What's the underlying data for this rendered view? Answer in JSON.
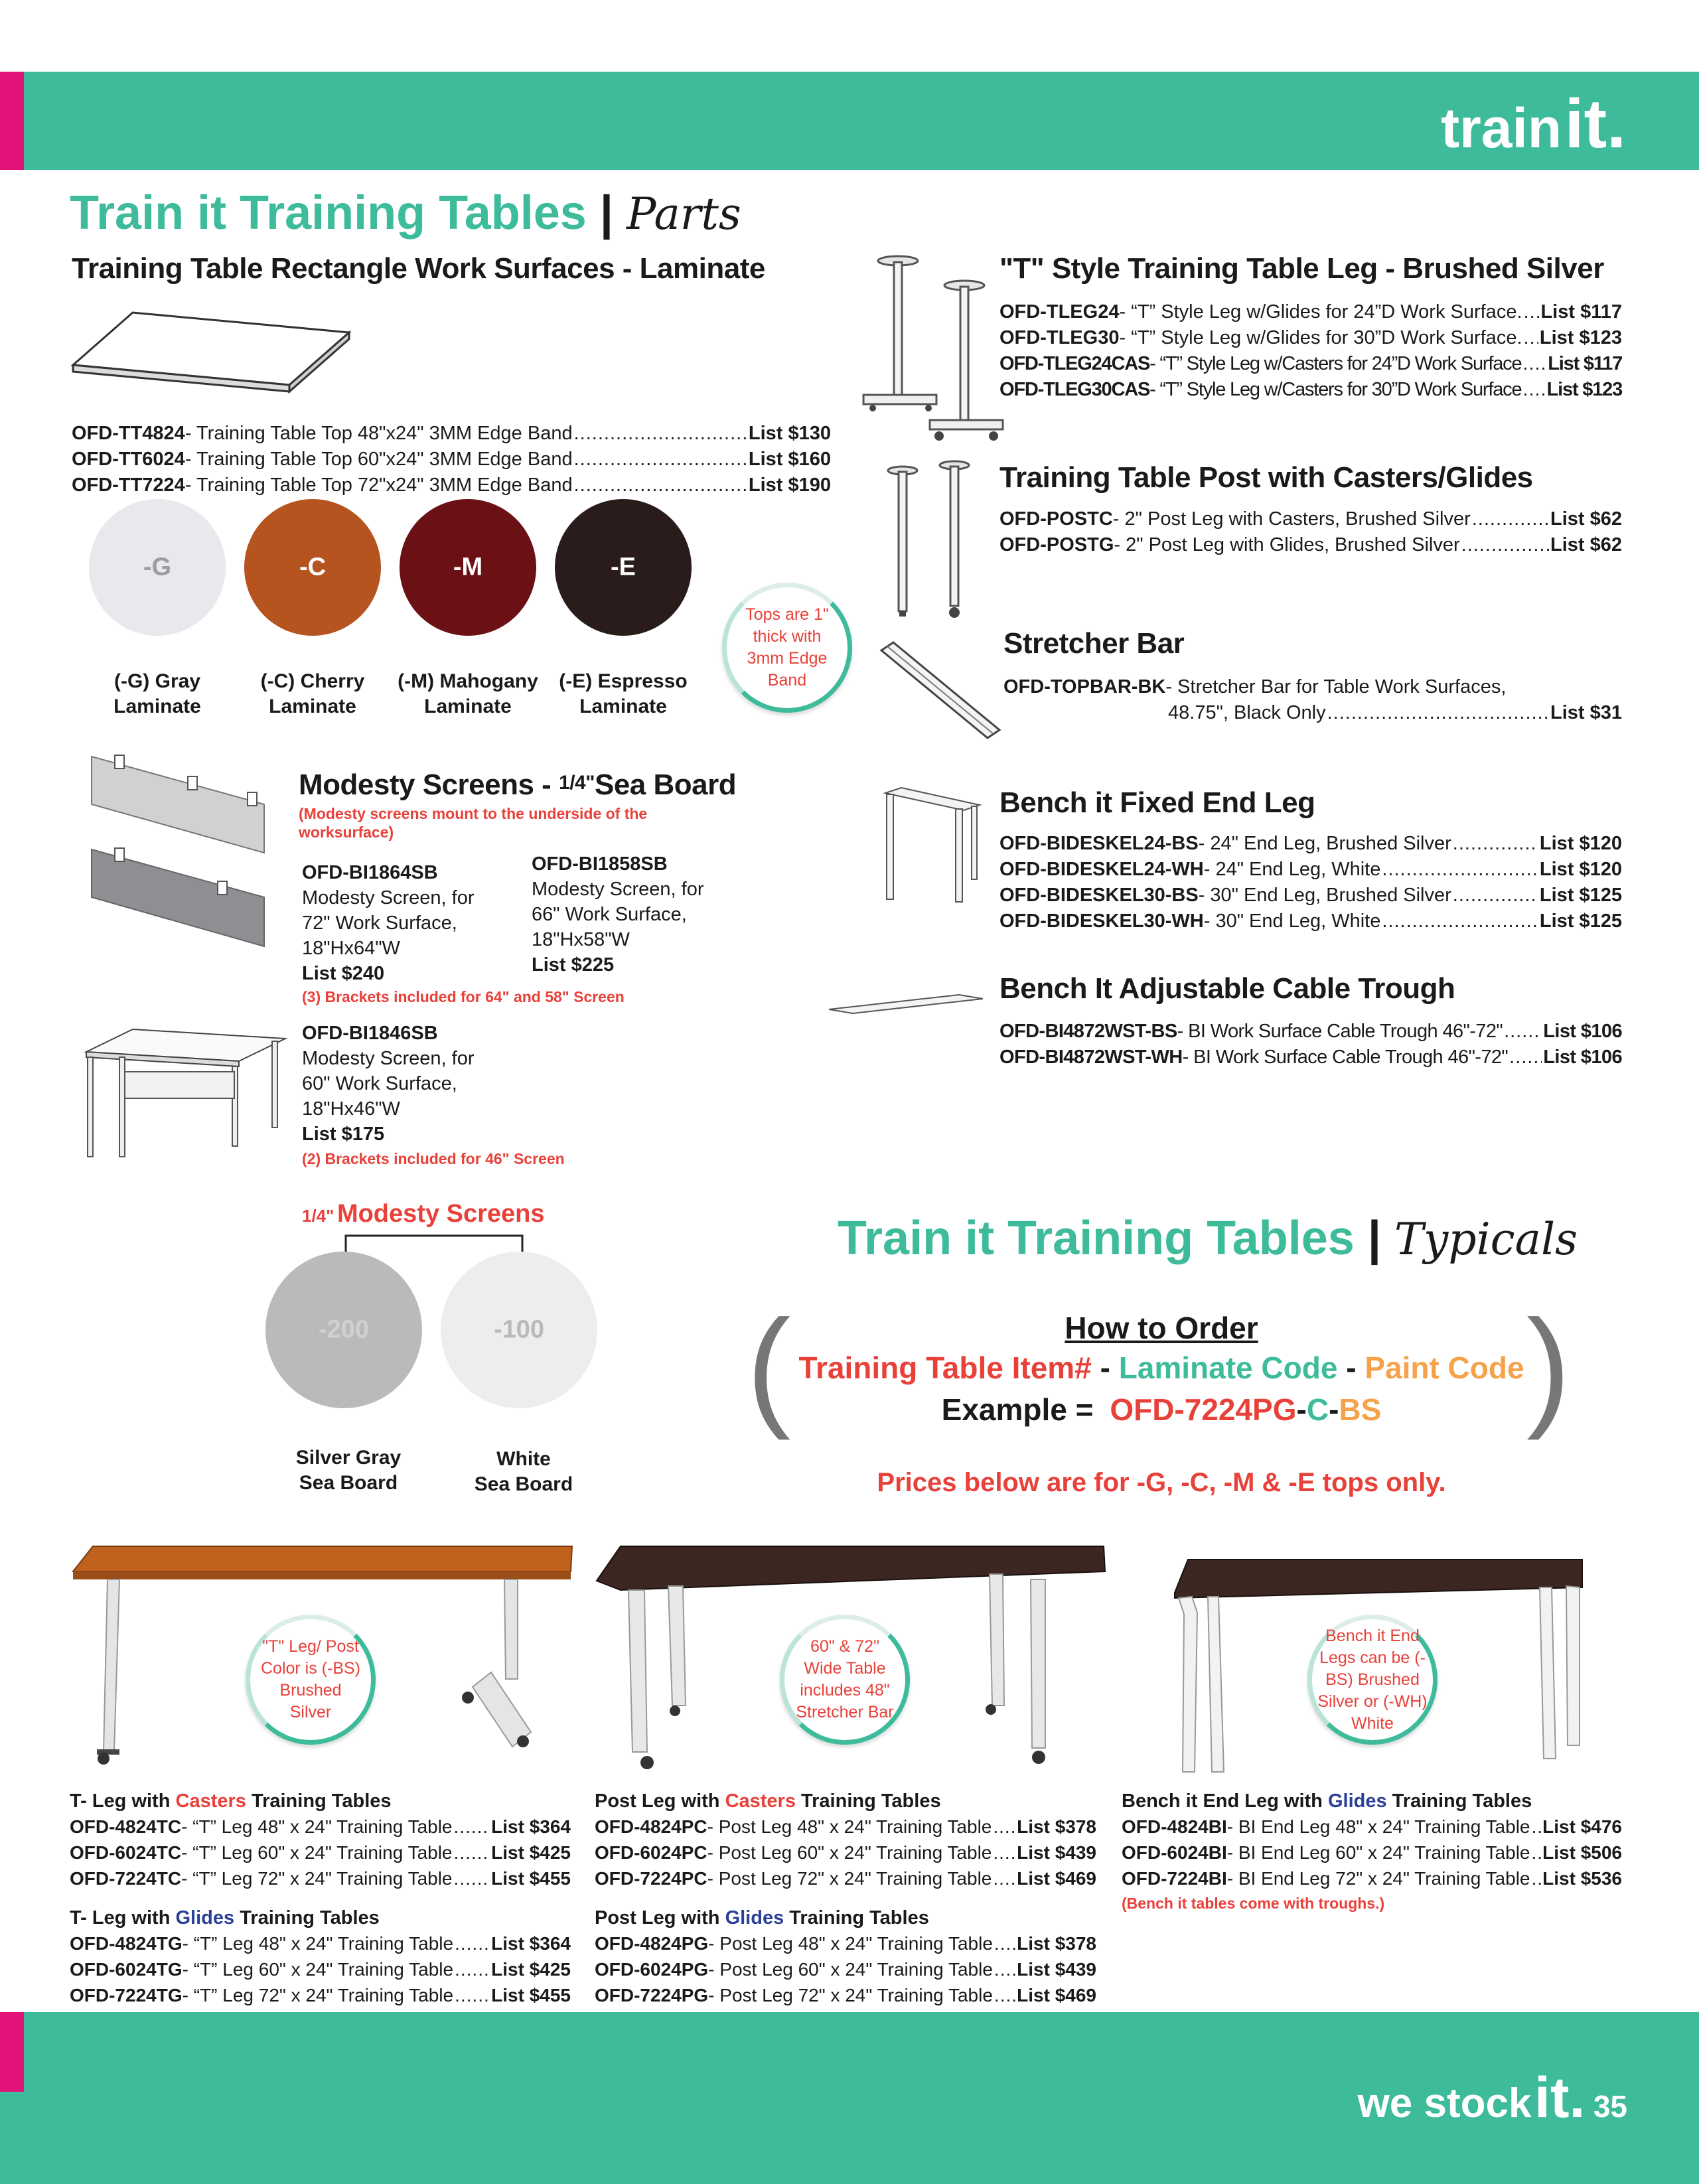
{
  "header": {
    "brand_word": "train",
    "brand_it": "it."
  },
  "footer": {
    "brand_word": "we stock",
    "brand_it": "it.",
    "page_number": "35"
  },
  "parts": {
    "title": "Train it Training Tables",
    "separator": "|",
    "script": "Parts",
    "work_surfaces": {
      "heading": "Training Table Rectangle Work Surfaces  - Laminate",
      "items": [
        {
          "code": "OFD-TT4824",
          "desc": " - Training Table Top 48\"x24\" 3MM Edge Band",
          "price": "List $130"
        },
        {
          "code": "OFD-TT6024",
          "desc": " - Training Table Top 60\"x24\" 3MM Edge Band",
          "price": "List $160"
        },
        {
          "code": "OFD-TT7224",
          "desc": " - Training Table Top 72\"x24\" 3MM Edge Band",
          "price": "List $190"
        }
      ]
    },
    "laminates": [
      {
        "code": "-G",
        "line1": "(-G) Gray",
        "line2": "Laminate",
        "color": "#e8e9ec",
        "code_color": "#9a9ca0"
      },
      {
        "code": "-C",
        "line1": "(-C) Cherry",
        "line2": "Laminate",
        "color": "#b6541f",
        "code_color": "#ffffff"
      },
      {
        "code": "-M",
        "line1": "(-M) Mahogany",
        "line2": "Laminate",
        "color": "#6b1115",
        "code_color": "#ffffff"
      },
      {
        "code": "-E",
        "line1": "(-E) Espresso",
        "line2": "Laminate",
        "color": "#2a1c1a",
        "code_color": "#ffffff"
      }
    ],
    "tops_bubble": "Tops are 1\" thick with 3mm Edge Band",
    "t_leg": {
      "heading": "\"T\" Style Training Table Leg - Brushed Silver",
      "items": [
        {
          "code": "OFD-TLEG24",
          "desc": " - “T” Style Leg w/Glides for 24”D Work Surface.",
          "price": "List $117"
        },
        {
          "code": "OFD-TLEG30",
          "desc": " - “T” Style Leg w/Glides for 30”D Work Surface.",
          "price": "List $123"
        },
        {
          "code": "OFD-TLEG24CAS",
          "desc": " - “T” Style Leg w/Casters for 24”D Work Surface",
          "price": "List $117"
        },
        {
          "code": "OFD-TLEG30CAS",
          "desc": " - “T” Style Leg w/Casters for 30”D Work Surface",
          "price": "List $123"
        }
      ]
    },
    "post": {
      "heading": "Training Table Post with Casters/Glides",
      "items": [
        {
          "code": "OFD-POSTC",
          "desc": " - 2\" Post Leg with Casters, Brushed Silver ",
          "price": "List $62"
        },
        {
          "code": "OFD-POSTG",
          "desc": " - 2\" Post Leg with Glides, Brushed Silver",
          "price": "List $62"
        }
      ]
    },
    "stretcher": {
      "heading": "Stretcher Bar",
      "code": "OFD-TOPBAR-BK",
      "desc1": "- Stretcher Bar for Table Work Surfaces,",
      "desc2": "48.75\", Black Only",
      "price": "List $31"
    },
    "modesty": {
      "heading": "Modesty Screens - ",
      "heading_size": "1/4\"",
      "heading_end": "Sea Board",
      "note": "(Modesty screens mount to the underside of the worksurface)",
      "item_64": {
        "code": "OFD-BI1864SB",
        "l1": "Modesty Screen, for",
        "l2": "72\" Work Surface,",
        "l3": "18\"Hx64\"W",
        "price": "List $240"
      },
      "item_58": {
        "code": "OFD-BI1858SB",
        "l1": "Modesty Screen, for",
        "l2": "66\" Work Surface,",
        "l3": "18\"Hx58\"W",
        "price": "List $225"
      },
      "brackets_3": "(3) Brackets included for 64\" and 58\" Screen",
      "item_46": {
        "code": "OFD-BI1846SB",
        "l1": "Modesty Screen, for",
        "l2": "60\" Work Surface,",
        "l3": "18\"Hx46\"W",
        "price": "List $175"
      },
      "brackets_2": "(2) Brackets included for 46\" Screen"
    },
    "bench_leg": {
      "heading": "Bench it Fixed End Leg",
      "items": [
        {
          "code": "OFD-BIDESKEL24-BS",
          "desc": " - 24\" End Leg, Brushed Silver",
          "price": "List $120"
        },
        {
          "code": "OFD-BIDESKEL24-WH",
          "desc": " - 24\" End Leg, White",
          "price": "List $120"
        },
        {
          "code": "OFD-BIDESKEL30-BS",
          "desc": " - 30\" End Leg, Brushed Silver",
          "price": "List $125"
        },
        {
          "code": "OFD-BIDESKEL30-WH",
          "desc": " - 30\" End Leg, White",
          "price": "List $125"
        }
      ]
    },
    "trough": {
      "heading": "Bench It Adjustable Cable Trough",
      "items": [
        {
          "code": "OFD-BI4872WST-BS",
          "desc": " - BI Work Surface Cable Trough 46\"-72\"",
          "price": "List $106"
        },
        {
          "code": "OFD-BI4872WST-WH",
          "desc": " - BI Work Surface Cable Trough 46\"-72\"",
          "price": "List $106"
        }
      ]
    },
    "screen_swatches": {
      "size": "1/4\"",
      "heading": "Modesty Screens",
      "items": [
        {
          "code": "-200",
          "line1": "Silver Gray",
          "line2": "Sea Board",
          "color": "#b8babc"
        },
        {
          "code": "-100",
          "line1": "White",
          "line2": "Sea Board",
          "color": "#eceeed"
        }
      ]
    }
  },
  "typicals": {
    "title": "Train it Training Tables",
    "separator": "|",
    "script": "Typicals",
    "how_to_order": "How to Order",
    "formula_item": "Training Table Item#",
    "formula_dash": " - ",
    "formula_laminate": "Laminate Code",
    "formula_paint": "Paint Code",
    "example_label": "Example = ",
    "example_item": "OFD-7224PG",
    "example_dash": "-",
    "example_laminate": "C",
    "example_paint": "BS",
    "prices_note": "Prices below are for -G, -C, -M & -E tops only.",
    "bubbles": {
      "tleg": "\"T\" Leg/ Post Color is (-BS) Brushed Silver",
      "stretcher": "60\" & 72\" Wide Table includes 48\" Stretcher Bar",
      "bench": "Bench it End Legs can be (-BS) Brushed Silver or (-WH) White"
    },
    "groups": {
      "tleg_casters": {
        "prefix": "T- Leg with ",
        "accent": "Casters",
        "suffix": " Training Tables",
        "items": [
          {
            "code": "OFD-4824TC",
            "desc": " - “T” Leg 48\" x  24\" Training Table",
            "price": "List $364"
          },
          {
            "code": "OFD-6024TC",
            "desc": " - “T” Leg 60\" x 24\" Training Table",
            "price": "List $425"
          },
          {
            "code": "OFD-7224TC",
            "desc": " - “T” Leg 72\" x 24\" Training Table",
            "price": "List $455"
          }
        ]
      },
      "tleg_glides": {
        "prefix": "T- Leg with ",
        "accent": "Glides",
        "suffix": " Training Tables",
        "items": [
          {
            "code": "OFD-4824TG",
            "desc": " - “T” Leg 48\" x  24\" Training Table",
            "price": "List $364"
          },
          {
            "code": "OFD-6024TG",
            "desc": " - “T” Leg 60\" x 24\" Training Table",
            "price": "List $425"
          },
          {
            "code": "OFD-7224TG",
            "desc": " - “T” Leg 72\" x 24\" Training Table",
            "price": "List $455"
          }
        ]
      },
      "post_casters": {
        "prefix": "Post Leg with ",
        "accent": "Casters",
        "suffix": " Training Tables",
        "items": [
          {
            "code": "OFD-4824PC",
            "desc": " - Post Leg 48\" x  24\" Training Table",
            "price": "List $378"
          },
          {
            "code": "OFD-6024PC",
            "desc": " - Post Leg 60\" x 24\" Training Table",
            "price": "List $439"
          },
          {
            "code": "OFD-7224PC",
            "desc": " - Post Leg 72\" x 24\" Training Table",
            "price": "List $469"
          }
        ]
      },
      "post_glides": {
        "prefix": "Post Leg with ",
        "accent": "Glides",
        "suffix": " Training Tables",
        "items": [
          {
            "code": "OFD-4824PG",
            "desc": " - Post Leg 48\" x  24\" Training Table ",
            "price": "List $378"
          },
          {
            "code": "OFD-6024PG",
            "desc": " - Post Leg 60\" x 24\" Training Table ",
            "price": "List $439"
          },
          {
            "code": "OFD-7224PG",
            "desc": " - Post Leg 72\" x 24\" Training Table ",
            "price": "List $469"
          }
        ]
      },
      "bench_glides": {
        "prefix": "Bench it End Leg with ",
        "accent": "Glides",
        "suffix": " Training Tables",
        "items": [
          {
            "code": "OFD-4824BI",
            "desc": " - BI End Leg 48\" x  24\" Training Table",
            "price": "List $476"
          },
          {
            "code": "OFD-6024BI",
            "desc": " - BI End Leg 60\" x 24\" Training Table",
            "price": "List $506"
          },
          {
            "code": "OFD-7224BI",
            "desc": " - BI End Leg 72\" x 24\" Training Table",
            "price": "List $536"
          }
        ],
        "note": "(Bench it tables come with troughs.)"
      }
    }
  }
}
